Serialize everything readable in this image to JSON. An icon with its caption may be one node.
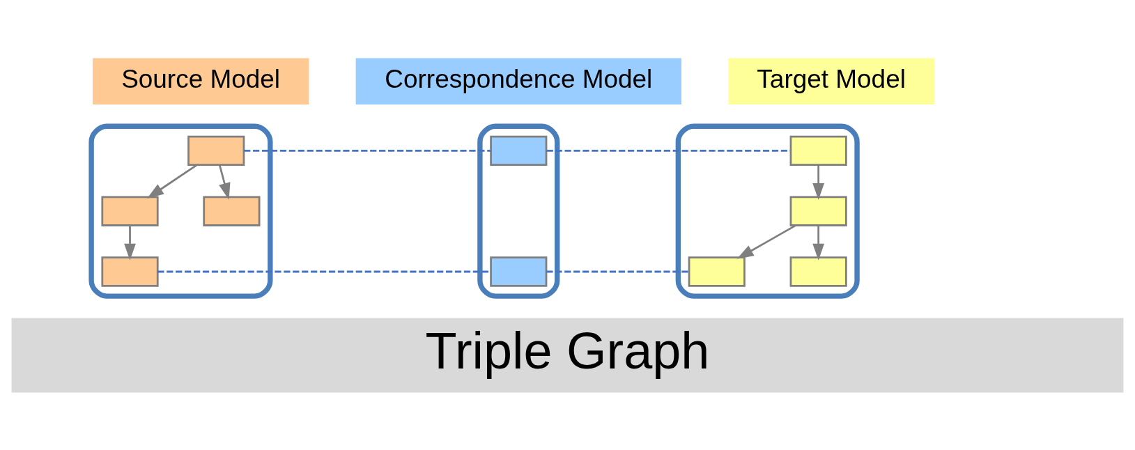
{
  "diagram": {
    "nodes": [
      {
        "text": [
          "Source Model"
        ]
      },
      {
        "text": [
          "Correspondence Model"
        ]
      },
      {
        "text": [
          "Target Model"
        ]
      },
      {
        "text": [],
        "shape": "triangle"
      },
      {
        "text": [],
        "shape": "triangle"
      },
      {
        "text": [],
        "shape": "triangle"
      },
      {
        "text": [],
        "shape": "box",
        "in": 3
      },
      {
        "text": [],
        "shape": "box",
        "in": 3
      },
      {
        "text": [],
        "shape": "box",
        "in": 3
      },
      {
        "text": [],
        "shape": "box",
        "in": 3
      },
      {
        "text": [],
        "shape": "box",
        "in": 4
      },
      {
        "text": [],
        "shape": "box",
        "in": 4
      },
      {
        "text": [],
        "shape": "box",
        "in": 5
      },
      {
        "text": [],
        "shape": "box",
        "in": 5
      },
      {
        "text": [],
        "shape": "box",
        "in": 5
      },
      {
        "text": [],
        "shape": "box",
        "in": 5
      },
      {
        "text": [
          "Triple Graph"
        ]
      }
    ],
    "edges": [
      {
        "from": 6,
        "to": 7,
        "arrow": "to"
      },
      {
        "from": 6,
        "to": 8,
        "arrow": "to"
      },
      {
        "from": 8,
        "to": 9,
        "arrow": "to"
      },
      {
        "from": 6,
        "to": 10,
        "arrow": "none",
        "style": "dashed",
        "color": "#4472c4"
      },
      {
        "from": 10,
        "to": 12,
        "arrow": "none",
        "style": "dashed",
        "color": "#4472c4"
      },
      {
        "from": 9,
        "to": 11,
        "arrow": "none",
        "style": "dashed",
        "color": "#4472c4"
      },
      {
        "from": 11,
        "to": 13,
        "arrow": "none",
        "style": "dashed",
        "color": "#4472c4"
      },
      {
        "from": 12,
        "to": 14,
        "arrow": "to"
      },
      {
        "from": 14,
        "to": 13,
        "arrow": "to"
      },
      {
        "from": 14,
        "to": 15,
        "arrow": "to"
      }
    ]
  }
}
